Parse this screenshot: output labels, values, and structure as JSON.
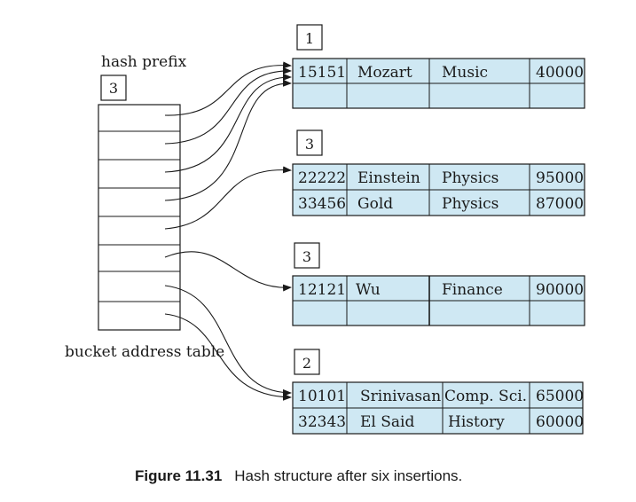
{
  "diagram": {
    "hash_prefix_label": "hash prefix",
    "hash_prefix_value": "3",
    "bucket_address_table_label": "bucket address table",
    "caption_bold": "Figure 11.31",
    "caption_text": "Hash structure after six insertions.",
    "colors": {
      "bucket_fill": "#cfe8f3",
      "line": "#1a1a1a",
      "background": "#ffffff"
    },
    "buckets": [
      {
        "local_depth": "1",
        "rows": [
          [
            "15151",
            "Mozart",
            "Music",
            "40000"
          ],
          [
            "",
            "",
            "",
            ""
          ]
        ]
      },
      {
        "local_depth": "3",
        "rows": [
          [
            "22222",
            "Einstein",
            "Physics",
            "95000"
          ],
          [
            "33456",
            "Gold",
            "Physics",
            "87000"
          ]
        ]
      },
      {
        "local_depth": "3",
        "rows": [
          [
            "12121",
            "Wu",
            "Finance",
            "90000"
          ],
          [
            "",
            "",
            "",
            ""
          ]
        ]
      },
      {
        "local_depth": "2",
        "rows": [
          [
            "10101",
            "Srinivasan",
            "Comp. Sci.",
            "65000"
          ],
          [
            "32343",
            "El Said",
            "History",
            "60000"
          ]
        ]
      }
    ],
    "table_slot_to_bucket": [
      0,
      0,
      0,
      0,
      1,
      2,
      3,
      3
    ]
  }
}
